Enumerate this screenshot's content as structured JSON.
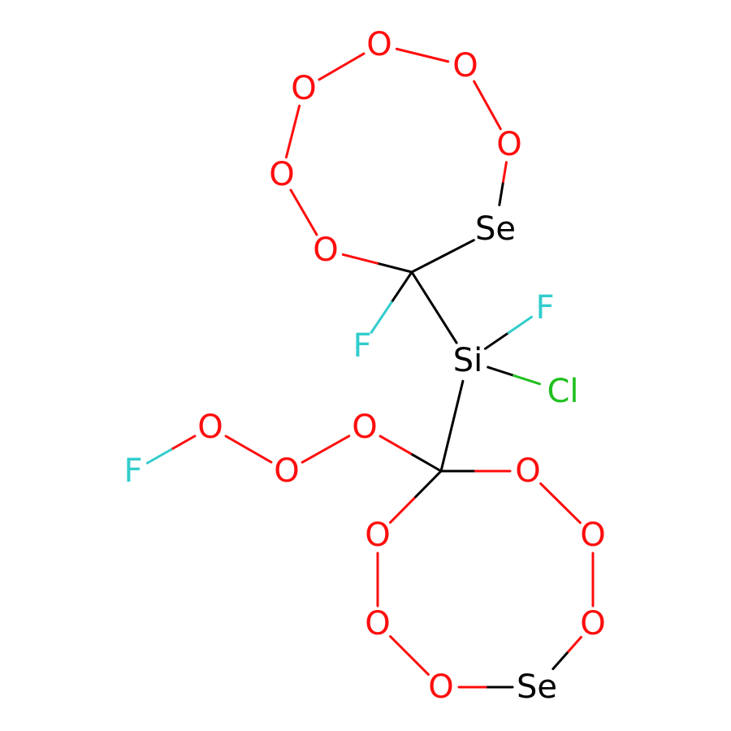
{
  "colors": {
    "O": "#ff0d0d",
    "F": "#33cccc",
    "Cl": "#1fc01f",
    "Se": "#000000",
    "Si": "#000000",
    "C": "#000000",
    "background": "#ffffff"
  },
  "atoms": [
    {
      "id": "o1",
      "label": "O",
      "element": "O"
    },
    {
      "id": "o2",
      "label": "O",
      "element": "O"
    },
    {
      "id": "o3",
      "label": "O",
      "element": "O"
    },
    {
      "id": "o4",
      "label": "O",
      "element": "O"
    },
    {
      "id": "o5",
      "label": "O",
      "element": "O"
    },
    {
      "id": "o6",
      "label": "O",
      "element": "O"
    },
    {
      "id": "se1",
      "label": "Se",
      "element": "Se"
    },
    {
      "id": "c1",
      "label": "",
      "element": "C"
    },
    {
      "id": "f1",
      "label": "F",
      "element": "F"
    },
    {
      "id": "si",
      "label": "Si",
      "element": "Si"
    },
    {
      "id": "f2",
      "label": "F",
      "element": "F"
    },
    {
      "id": "cl",
      "label": "Cl",
      "element": "Cl"
    },
    {
      "id": "c2",
      "label": "",
      "element": "C"
    },
    {
      "id": "o7",
      "label": "O",
      "element": "O"
    },
    {
      "id": "o8",
      "label": "O",
      "element": "O"
    },
    {
      "id": "o9",
      "label": "O",
      "element": "O"
    },
    {
      "id": "f3",
      "label": "F",
      "element": "F"
    },
    {
      "id": "o10",
      "label": "O",
      "element": "O"
    },
    {
      "id": "o11",
      "label": "O",
      "element": "O"
    },
    {
      "id": "o12",
      "label": "O",
      "element": "O"
    },
    {
      "id": "o13",
      "label": "O",
      "element": "O"
    },
    {
      "id": "o14",
      "label": "O",
      "element": "O"
    },
    {
      "id": "o15",
      "label": "O",
      "element": "O"
    },
    {
      "id": "se2",
      "label": "Se",
      "element": "Se"
    }
  ],
  "bonds": [
    [
      "o1",
      "o2"
    ],
    [
      "o2",
      "o3"
    ],
    [
      "o3",
      "se1"
    ],
    [
      "se1",
      "c1"
    ],
    [
      "c1",
      "o4"
    ],
    [
      "o4",
      "o5"
    ],
    [
      "o5",
      "o6"
    ],
    [
      "o6",
      "o1"
    ],
    [
      "c1",
      "f1"
    ],
    [
      "c1",
      "si"
    ],
    [
      "si",
      "f2"
    ],
    [
      "si",
      "cl"
    ],
    [
      "si",
      "c2"
    ],
    [
      "c2",
      "o7"
    ],
    [
      "o7",
      "o8"
    ],
    [
      "o8",
      "o9"
    ],
    [
      "o9",
      "f3"
    ],
    [
      "c2",
      "o10"
    ],
    [
      "o10",
      "o11"
    ],
    [
      "o11",
      "o12"
    ],
    [
      "o12",
      "se2"
    ],
    [
      "se2",
      "o13"
    ],
    [
      "o13",
      "o14"
    ],
    [
      "o14",
      "o15"
    ],
    [
      "o15",
      "c2"
    ]
  ]
}
